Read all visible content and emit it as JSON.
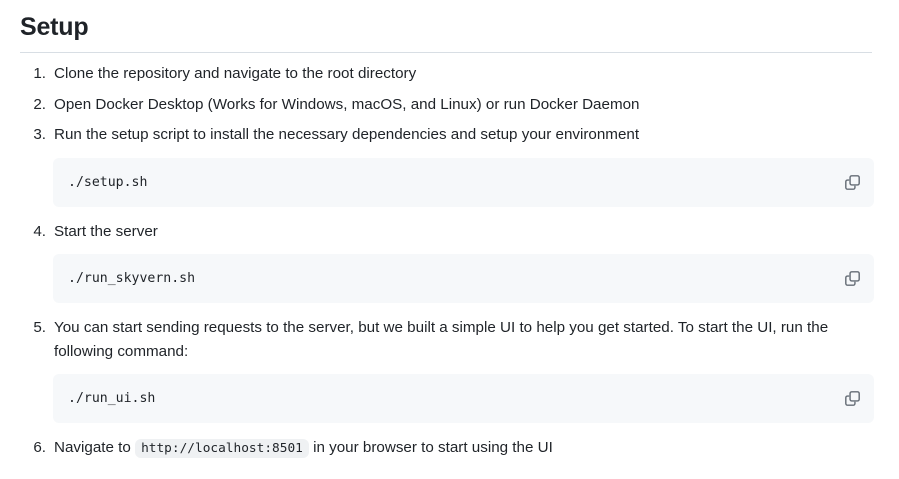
{
  "document": {
    "title": "Setup",
    "icons": {
      "copy": "copy-icon"
    },
    "steps": [
      {
        "number": "1.",
        "text": "Clone the repository and navigate to the root directory"
      },
      {
        "number": "2.",
        "text": "Open Docker Desktop (Works for Windows, macOS, and Linux) or run Docker Daemon"
      },
      {
        "number": "3.",
        "text": "Run the setup script to install the necessary dependencies and setup your environment",
        "code": "./setup.sh"
      },
      {
        "number": "4.",
        "text": "Start the server",
        "code": "./run_skyvern.sh"
      },
      {
        "number": "5.",
        "text": "You can start sending requests to the server, but we built a simple UI to help you get started. To start the UI, run the following command:",
        "code": "./run_ui.sh"
      },
      {
        "number": "6.",
        "text_before": "Navigate to",
        "inline_code": "http://localhost:8501",
        "text_after": "in your browser to start using the UI"
      }
    ]
  },
  "colors": {
    "text": "#1f2328",
    "rule": "#d8dee4",
    "code_background": "#f6f8fa",
    "inline_code_background": "#eff1f3",
    "icon": "#656d76"
  }
}
